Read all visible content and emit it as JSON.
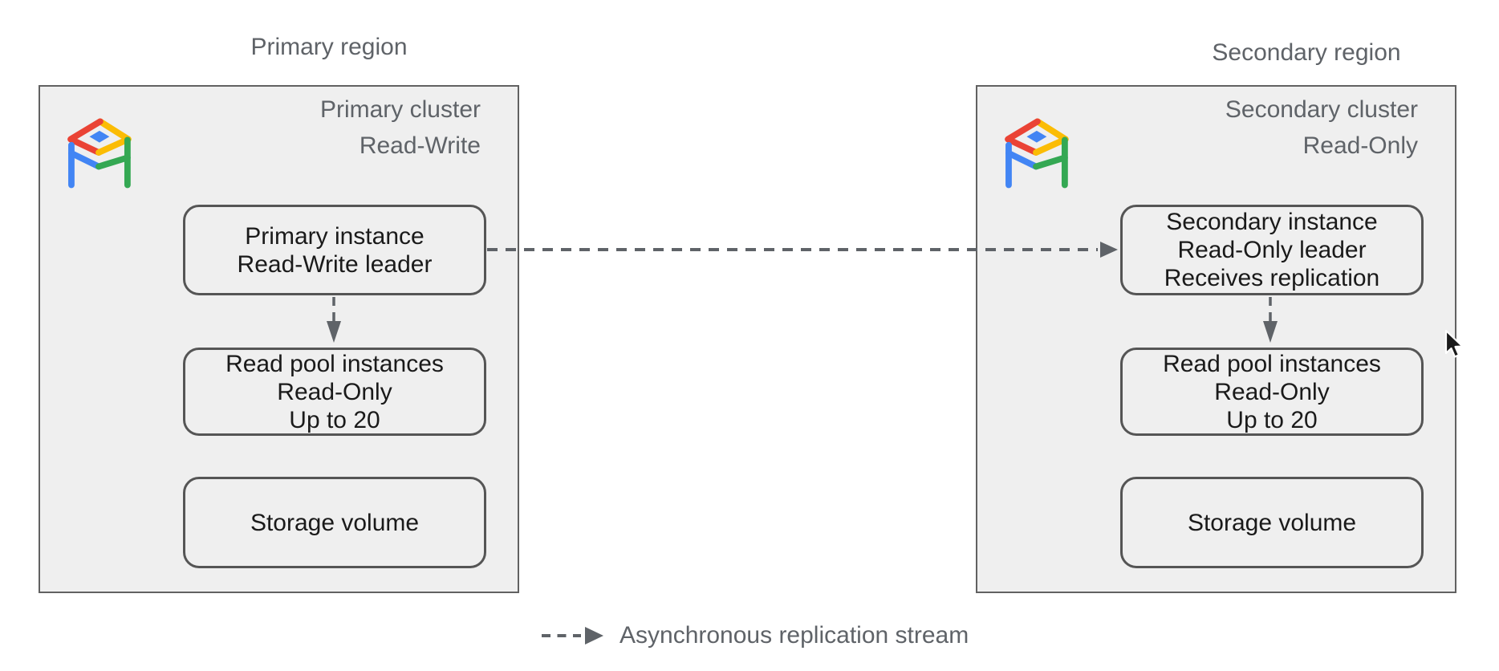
{
  "diagram": {
    "legend": {
      "label": "Asynchronous replication stream"
    },
    "primary": {
      "region_label": "Primary region",
      "cluster_title": [
        "Primary cluster",
        "Read-Write"
      ],
      "instance": [
        "Primary instance",
        "Read-Write leader"
      ],
      "read_pool": [
        "Read pool instances",
        "Read-Only",
        "Up to 20"
      ],
      "storage": [
        "Storage volume"
      ]
    },
    "secondary": {
      "region_label": "Secondary region",
      "cluster_title": [
        "Secondary cluster",
        "Read-Only"
      ],
      "instance": [
        "Secondary instance",
        "Read-Only leader",
        "Receives replication"
      ],
      "read_pool": [
        "Read pool instances",
        "Read-Only",
        "Up to 20"
      ],
      "storage": [
        "Storage volume"
      ]
    },
    "icons": {
      "cluster_icon": "alloydb-logo-icon",
      "replication_arrow": "dashed-arrow",
      "cursor": "mouse-pointer"
    },
    "colors": {
      "logo_red": "#EA4335",
      "logo_yellow": "#FBBC04",
      "logo_green": "#34A853",
      "logo_blue": "#4285F4",
      "gray_text": "#5f6368",
      "box_fill": "#efefef",
      "box_border": "#555555",
      "black_text": "#1a1a1a"
    }
  }
}
